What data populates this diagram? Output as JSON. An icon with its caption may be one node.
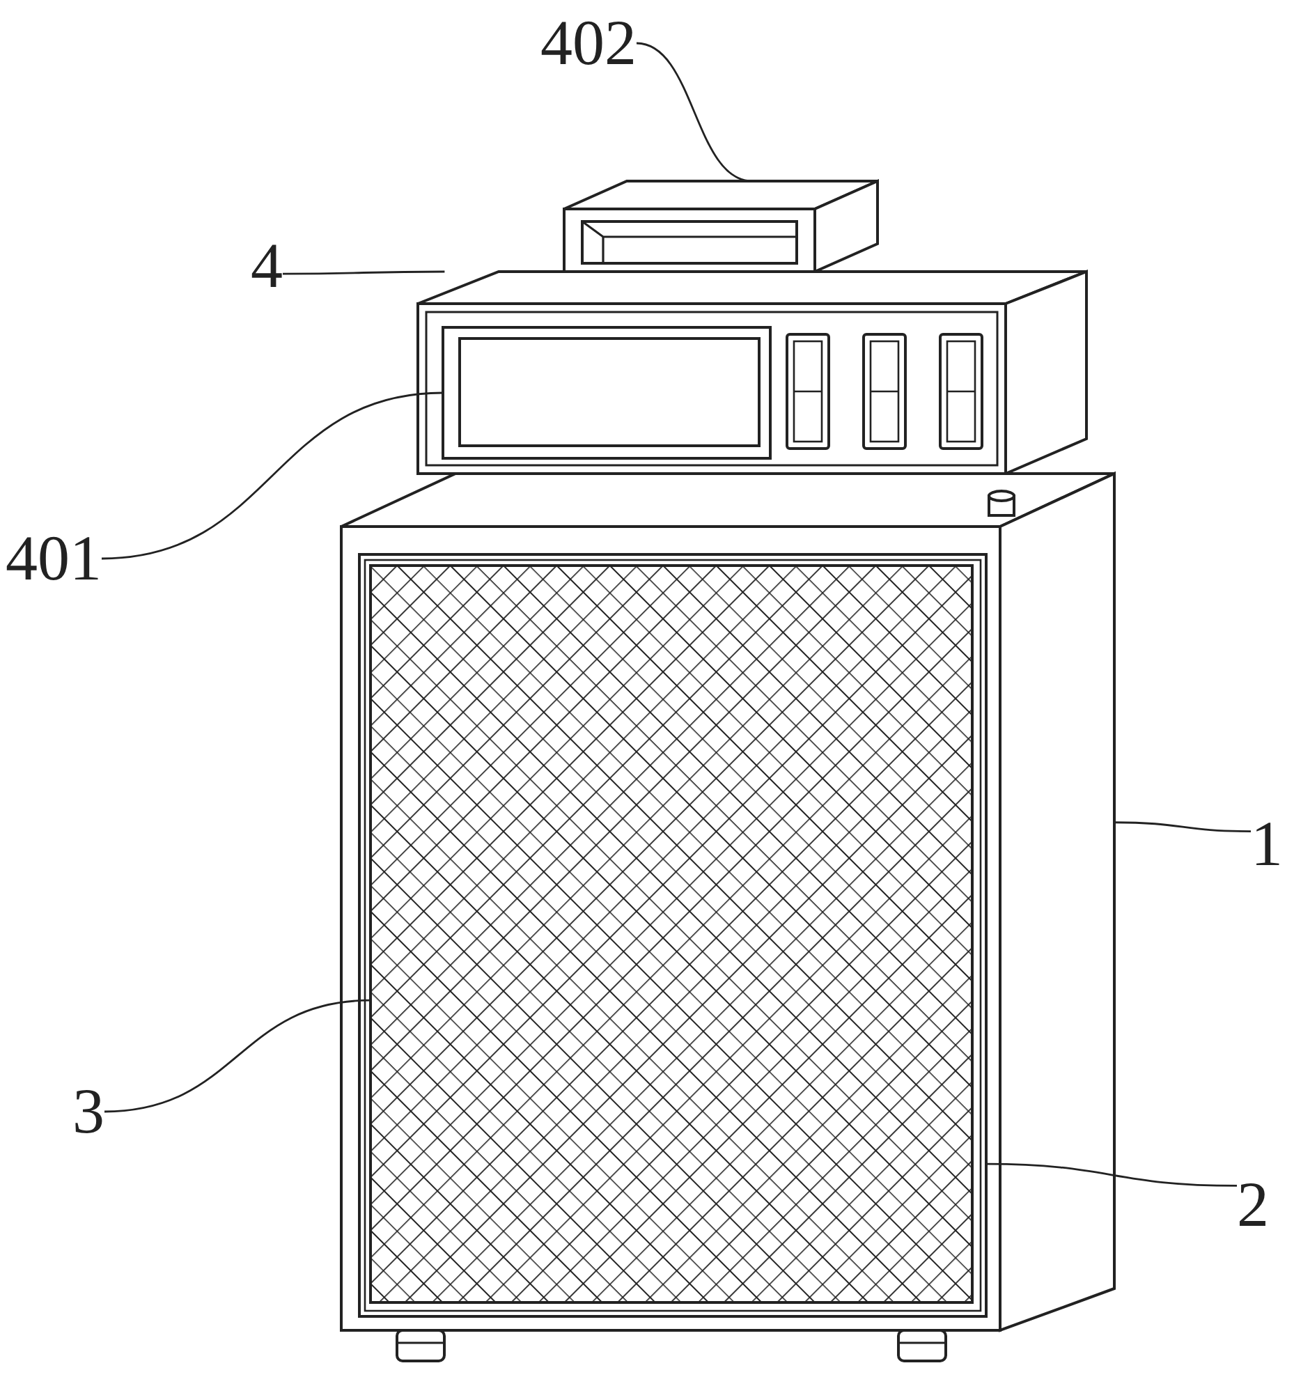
{
  "diagram": {
    "nodes": [
      {
        "text": [
          "402"
        ]
      },
      {
        "text": [
          "4"
        ]
      },
      {
        "text": [
          "401"
        ]
      },
      {
        "text": [
          "1"
        ]
      },
      {
        "text": [
          "3"
        ]
      },
      {
        "text": [
          "2"
        ]
      },
      {
        "text": [],
        "shape": "box"
      },
      {
        "text": [],
        "shape": "box"
      },
      {
        "text": [],
        "shape": "box",
        "in": 7
      },
      {
        "text": [],
        "shape": "box"
      },
      {
        "text": [],
        "shape": "box",
        "in": 9
      },
      {
        "text": [],
        "shape": "box",
        "in": 10
      }
    ],
    "edges": [
      {
        "from": 0,
        "to": 6,
        "arrow": "none"
      },
      {
        "from": 1,
        "to": 7,
        "arrow": "none"
      },
      {
        "from": 2,
        "to": 8,
        "arrow": "none"
      },
      {
        "from": 3,
        "to": 9,
        "arrow": "none"
      },
      {
        "from": 4,
        "to": 11,
        "arrow": "none"
      },
      {
        "from": 5,
        "to": 10,
        "arrow": "none"
      }
    ]
  }
}
